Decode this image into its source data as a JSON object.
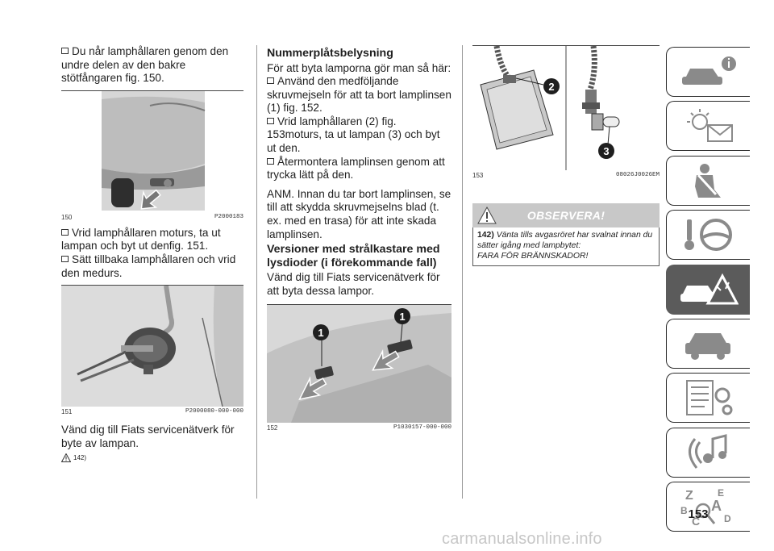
{
  "column1": {
    "step_lower": "Du når lamphållaren genom den undre delen av den bakre stötfångaren fig. 150.",
    "fig150": {
      "number": "150",
      "code": "P2000183"
    },
    "step_turn": "Vrid lamphållaren moturs, ta ut lampan och byt ut denfig. 151.",
    "step_refit": "Sätt tillbaka lamphållaren och vrid den medurs.",
    "fig151": {
      "number": "151",
      "code": "P2000080-000-000"
    },
    "contact_service": "Vänd dig till Fiats servicenätverk för byte av lampan.",
    "warning_ref": "142)"
  },
  "column2": {
    "heading": "Nummerplåtsbelysning",
    "intro": "För att byta lamporna gör man så här:",
    "step_tool": "Använd den medföljande skruvmejseln för att ta bort lamplinsen (1) fig. 152.",
    "step_holder": "Vrid lamphållaren (2) fig. 153moturs, ta ut lampan (3) och byt ut den.",
    "step_refit": "Återmontera lamplinsen genom att trycka lätt på den.",
    "note": "ANM. Innan du tar bort lamplinsen, se till att skydda skruvmejselns blad (t. ex. med en trasa) för att inte skada lamplinsen.",
    "heading2": "Versioner med strålkastare med lysdioder (i förekommande fall)",
    "led_text": "Vänd dig till Fiats servicenätverk för att byta dessa lampor.",
    "fig152": {
      "number": "152",
      "code": "P1030157-000-000",
      "callout": "1"
    }
  },
  "column3": {
    "fig153": {
      "number": "153",
      "code": "08026J0026EM",
      "callout_holder": "2",
      "callout_bulb": "3"
    },
    "observera": {
      "title": "OBSERVERA!",
      "number": "142)",
      "text": "Vänta tills avgasröret har svalnat innan du sätter igång med lampbytet:",
      "warning": "FARA FÖR BRÄNNSKADOR!"
    }
  },
  "sidebar": {
    "active_index": 4,
    "icons": [
      "car-info-icon",
      "warning-lights-icon",
      "seat-belt-airbag-icon",
      "key-steering-wheel-icon",
      "emergency-icon",
      "car-maintenance-icon",
      "specifications-icon",
      "multimedia-icon",
      "index-icon"
    ],
    "index_letters": [
      "Z",
      "E",
      "A",
      "B",
      "C",
      "D"
    ]
  },
  "page_number": "153",
  "watermark": "carmanualsonline.info",
  "colors": {
    "accent_gray": "#5b5b5b",
    "caution_band": "#c8c8c8",
    "photo_bg": "#dcdcdc"
  }
}
